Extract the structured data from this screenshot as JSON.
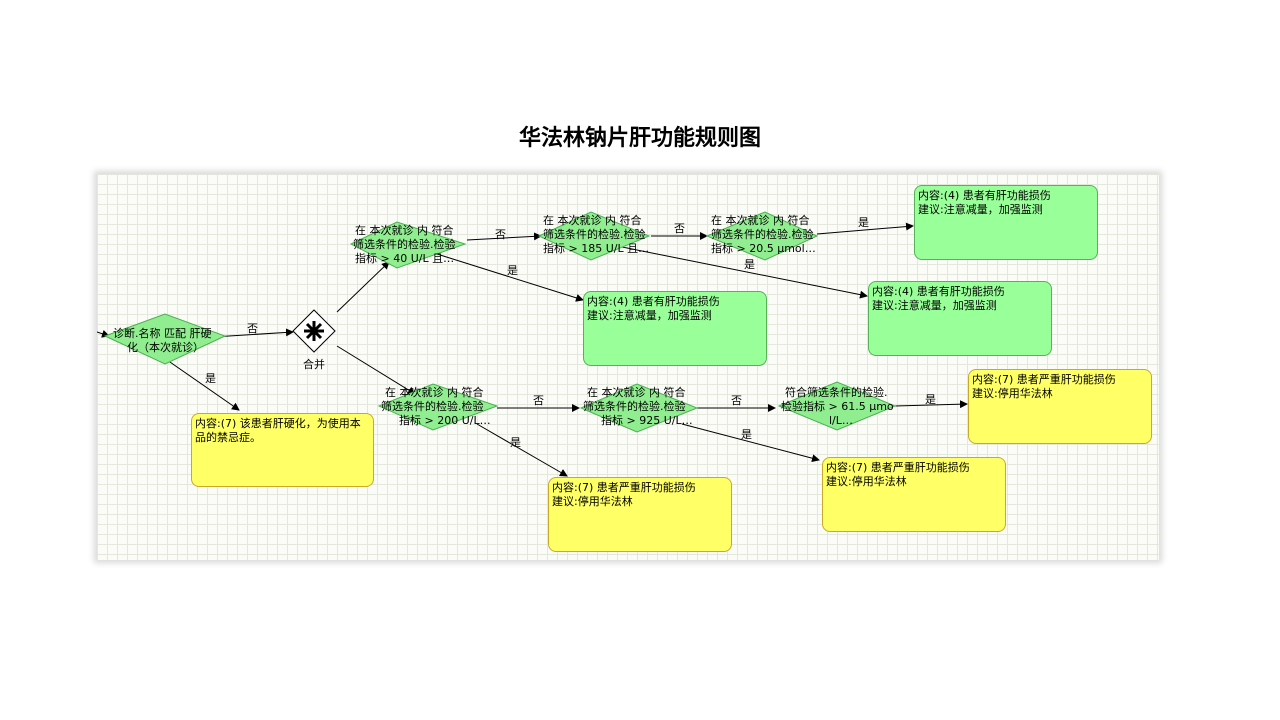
{
  "title": "华法林钠片肝功能规则图",
  "decisions": {
    "d_cirrhosis": [
      "诊断.名称 匹配 肝硬",
      "化（本次就诊）"
    ],
    "d_upper1": [
      "在 本次就诊 内 符合",
      "筛选条件的检验.检验",
      "指标 > 40 U/L 且…"
    ],
    "d_upper2": [
      "在 本次就诊 内 符合",
      "筛选条件的检验.检验",
      "指标 > 185 U/L 且…"
    ],
    "d_upper3": [
      "在 本次就诊 内 符合",
      "筛选条件的检验.检验",
      "指标 > 20.5 μmol…"
    ],
    "d_lower1": [
      "在 本次就诊 内 符合",
      "筛选条件的检验.检验",
      "指标 > 200 U/L…"
    ],
    "d_lower2": [
      "在 本次就诊 内 符合",
      "筛选条件的检验.检验",
      "指标 > 925 U/L…"
    ],
    "d_lower3": [
      "符合筛选条件的检验.",
      "检验指标 > 61.5 μmo",
      "l/L…"
    ]
  },
  "merge_label": "合并",
  "edge_labels": {
    "yes": "是",
    "no": "否"
  },
  "boxes": {
    "box_cirrhosis": [
      "内容:(7) 该患者肝硬化，为使用本",
      "品的禁忌症。"
    ],
    "box_top_right": [
      "内容:(4) 患者有肝功能损伤",
      "建议:注意减量，加强监测"
    ],
    "box_mid_left": [
      "内容:(4) 患者有肝功能损伤",
      "建议:注意减量，加强监测"
    ],
    "box_mid_right": [
      "内容:(4) 患者有肝功能损伤",
      "建议:注意减量，加强监测"
    ],
    "box_low_right": [
      "内容:(7) 患者严重肝功能损伤",
      "建议:停用华法林"
    ],
    "box_low_mid": [
      "内容:(7) 患者严重肝功能损伤",
      "建议:停用华法林"
    ],
    "box_low_left": [
      "内容:(7) 患者严重肝功能损伤",
      "建议:停用华法林"
    ]
  },
  "colors": {
    "green_fill": "#99ff99",
    "yellow_fill": "#ffff66",
    "diamond_fill": "#90ee90"
  }
}
